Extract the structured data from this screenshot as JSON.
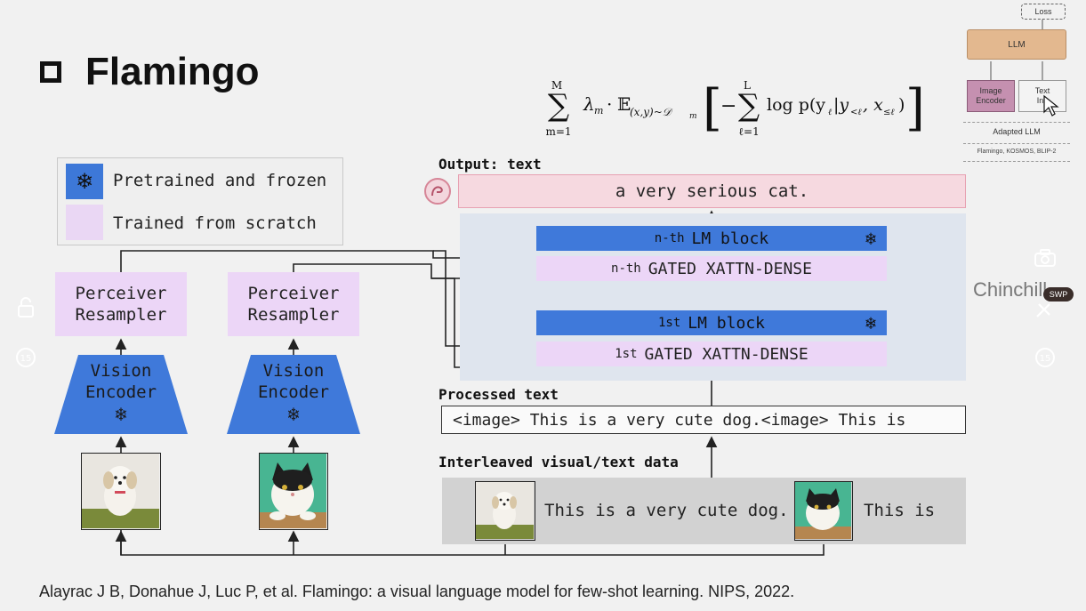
{
  "slide": {
    "title": "Flamingo",
    "formula": {
      "sum_upper": "M",
      "sum_lower": "m=1",
      "lambda": "λ",
      "lambda_sub": "m",
      "dot": "·",
      "expect": "𝔼",
      "expect_sub": "(x,y)~𝒟",
      "expect_subsub": "m",
      "inner_sum_upper": "L",
      "inner_sum_lower": "ℓ=1",
      "minus": "−",
      "log_term": "log p(y",
      "log_sub": "ℓ",
      "cond": "|y",
      "cond_sub": "<ℓ",
      "x_term": ", x",
      "x_sub": "≤ℓ",
      "close": ")"
    },
    "legend": {
      "frozen_label": "Pretrained and frozen",
      "scratch_label": "Trained from scratch"
    },
    "left": {
      "perceiver_1_line1": "Perceiver",
      "perceiver_1_line2": "Resampler",
      "perceiver_2_line1": "Perceiver",
      "perceiver_2_line2": "Resampler",
      "encoder_1_line1": "Vision",
      "encoder_1_line2": "Encoder",
      "encoder_2_line1": "Vision",
      "encoder_2_line2": "Encoder"
    },
    "right": {
      "output_label": "Output: text",
      "output_text": "a very serious cat.",
      "lm_n_prefix": "n-th",
      "lm_n_label": "LM block",
      "gated_n_prefix": "n-th",
      "gated_n_label": "GATED XATTN-DENSE",
      "lm_1_prefix": "1st",
      "lm_1_label": "LM block",
      "gated_1_prefix": "1st",
      "gated_1_label": "GATED XATTN-DENSE",
      "processed_label": "Processed text",
      "processed_text": "<image> This is a very cute dog.<image> This is",
      "interleaved_label": "Interleaved visual/text data",
      "interleaved_text_1": "This is a very cute dog.",
      "interleaved_text_2": "This is"
    },
    "citation": "Alayrac J B, Donahue J, Luc P, et al. Flamingo: a visual language model for few-shot learning. NIPS, 2022.",
    "inset": {
      "loss": "Loss",
      "llm": "LLM",
      "image_encoder_line1": "Image",
      "image_encoder_line2": "Encoder",
      "text_input_line1": "Text",
      "text_input_line2": "Inp",
      "adapted": "Adapted LLM",
      "models": "Flamingo, KOSMOS, BLIP-2"
    },
    "overlay": {
      "chinchilla": "Chinchill",
      "swp": "SWP",
      "rewind_left": "15",
      "rewind_right": "15"
    }
  },
  "colors": {
    "frozen_blue": "#3f79da",
    "scratch_purple": "#ecd6f7",
    "output_pink": "#f6d9e0",
    "panel_bg": "#dfe5ee",
    "interleaved_gray": "#d2d2d2"
  },
  "icons": [
    "snowflake-icon",
    "flamingo-icon",
    "camera-icon",
    "lock-icon",
    "rewind-icon",
    "forward-icon",
    "cursor-icon"
  ]
}
